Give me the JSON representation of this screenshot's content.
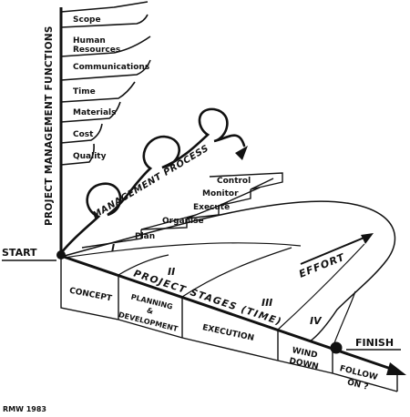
{
  "functions_axis_label": "PROJECT MANAGEMENT FUNCTIONS",
  "functions": [
    "Scope",
    "Human",
    "Resources",
    "Communications",
    "Time",
    "Materials",
    "Cost",
    "Quality"
  ],
  "process_label": "MANAGEMENT PROCESS",
  "process_steps": [
    "Control",
    "Monitor",
    "Execute",
    "Organise",
    "Plan"
  ],
  "start_label": "START",
  "finish_label": "FINISH",
  "effort_label": "EFFORT",
  "axis_label": "PROJECT STAGES (TIME)",
  "stage_numerals": [
    "I",
    "II",
    "III",
    "IV"
  ],
  "stages": {
    "concept": "CONCEPT",
    "planning_1": "PLANNING",
    "planning_2": "&",
    "planning_3": "DEVELOPMENT",
    "execution": "EXECUTION",
    "wind_1": "WIND",
    "wind_2": "DOWN",
    "follow_1": "FOLLOW",
    "follow_2": "ON ?"
  },
  "credit": "RMW 1983",
  "colors": {
    "ink": "#111111",
    "paper": "#ffffff"
  }
}
